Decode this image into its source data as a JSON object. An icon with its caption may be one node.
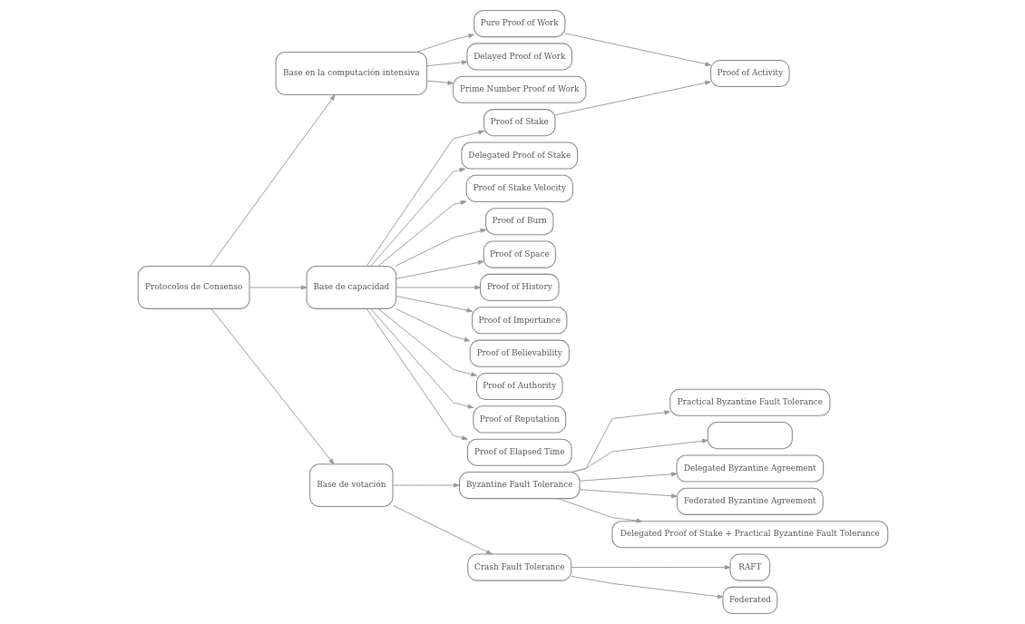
{
  "diagram": {
    "nodes": [
      {
        "text": [
          "Protocolos de Consenso"
        ]
      },
      {
        "text": [
          "Base en la computación intensiva"
        ]
      },
      {
        "text": [
          "Base de capacidad"
        ]
      },
      {
        "text": [
          "Base de votación"
        ]
      },
      {
        "text": [
          "Proof of Activity"
        ]
      },
      {
        "text": [
          "Pure Proof of Work"
        ]
      },
      {
        "text": [
          "Delayed Proof of Work"
        ]
      },
      {
        "text": [
          "Prime Number Proof of Work"
        ]
      },
      {
        "text": [
          "Proof of Stake"
        ]
      },
      {
        "text": [
          "Delegated Proof of Stake"
        ]
      },
      {
        "text": [
          "Proof of Stake Velocity"
        ]
      },
      {
        "text": [
          "Proof of Burn"
        ]
      },
      {
        "text": [
          "Proof of Space"
        ]
      },
      {
        "text": [
          "Proof of History"
        ]
      },
      {
        "text": [
          "Proof of Importance"
        ]
      },
      {
        "text": [
          "Proof of Believability"
        ]
      },
      {
        "text": [
          "Proof of Authority"
        ]
      },
      {
        "text": [
          "Proof of Reputation"
        ]
      },
      {
        "text": [
          "Proof of Elapsed Time"
        ]
      },
      {
        "text": [
          "Byzantine Fault Tolerance"
        ]
      },
      {
        "text": [
          "Crash Fault Tolerance"
        ]
      },
      {
        "text": [
          "Practical Byzantine Fault Tolerance"
        ]
      },
      {
        "text": [],
        "shape": "box"
      },
      {
        "text": [
          "Delegated Byzantine Agreement"
        ]
      },
      {
        "text": [
          "Federated Byzantine Agreement"
        ]
      },
      {
        "text": [
          "Delegated Proof of Stake + Practical Byzantine Fault Tolerance"
        ]
      },
      {
        "text": [
          "RAFT"
        ]
      },
      {
        "text": [
          "Federated"
        ]
      }
    ],
    "edges": [
      {
        "from": 0,
        "to": 1,
        "arrow": "to"
      },
      {
        "from": 0,
        "to": 2,
        "arrow": "to"
      },
      {
        "from": 0,
        "to": 3,
        "arrow": "to"
      },
      {
        "from": 1,
        "to": 5,
        "arrow": "to"
      },
      {
        "from": 1,
        "to": 6,
        "arrow": "to"
      },
      {
        "from": 1,
        "to": 7,
        "arrow": "to"
      },
      {
        "from": 5,
        "to": 4,
        "arrow": "to"
      },
      {
        "from": 8,
        "to": 4,
        "arrow": "to"
      },
      {
        "from": 2,
        "to": 8,
        "arrow": "to"
      },
      {
        "from": 2,
        "to": 9,
        "arrow": "to"
      },
      {
        "from": 2,
        "to": 10,
        "arrow": "to"
      },
      {
        "from": 2,
        "to": 11,
        "arrow": "to"
      },
      {
        "from": 2,
        "to": 12,
        "arrow": "to"
      },
      {
        "from": 2,
        "to": 13,
        "arrow": "to"
      },
      {
        "from": 2,
        "to": 14,
        "arrow": "to"
      },
      {
        "from": 2,
        "to": 15,
        "arrow": "to"
      },
      {
        "from": 2,
        "to": 16,
        "arrow": "to"
      },
      {
        "from": 2,
        "to": 17,
        "arrow": "to"
      },
      {
        "from": 2,
        "to": 18,
        "arrow": "to"
      },
      {
        "from": 3,
        "to": 19,
        "arrow": "to"
      },
      {
        "from": 3,
        "to": 20,
        "arrow": "to"
      },
      {
        "from": 19,
        "to": 21,
        "arrow": "to"
      },
      {
        "from": 19,
        "to": 22,
        "arrow": "to"
      },
      {
        "from": 19,
        "to": 23,
        "arrow": "to"
      },
      {
        "from": 19,
        "to": 24,
        "arrow": "to"
      },
      {
        "from": 19,
        "to": 25,
        "arrow": "to"
      },
      {
        "from": 20,
        "to": 26,
        "arrow": "to"
      },
      {
        "from": 20,
        "to": 27,
        "arrow": "to"
      }
    ]
  }
}
